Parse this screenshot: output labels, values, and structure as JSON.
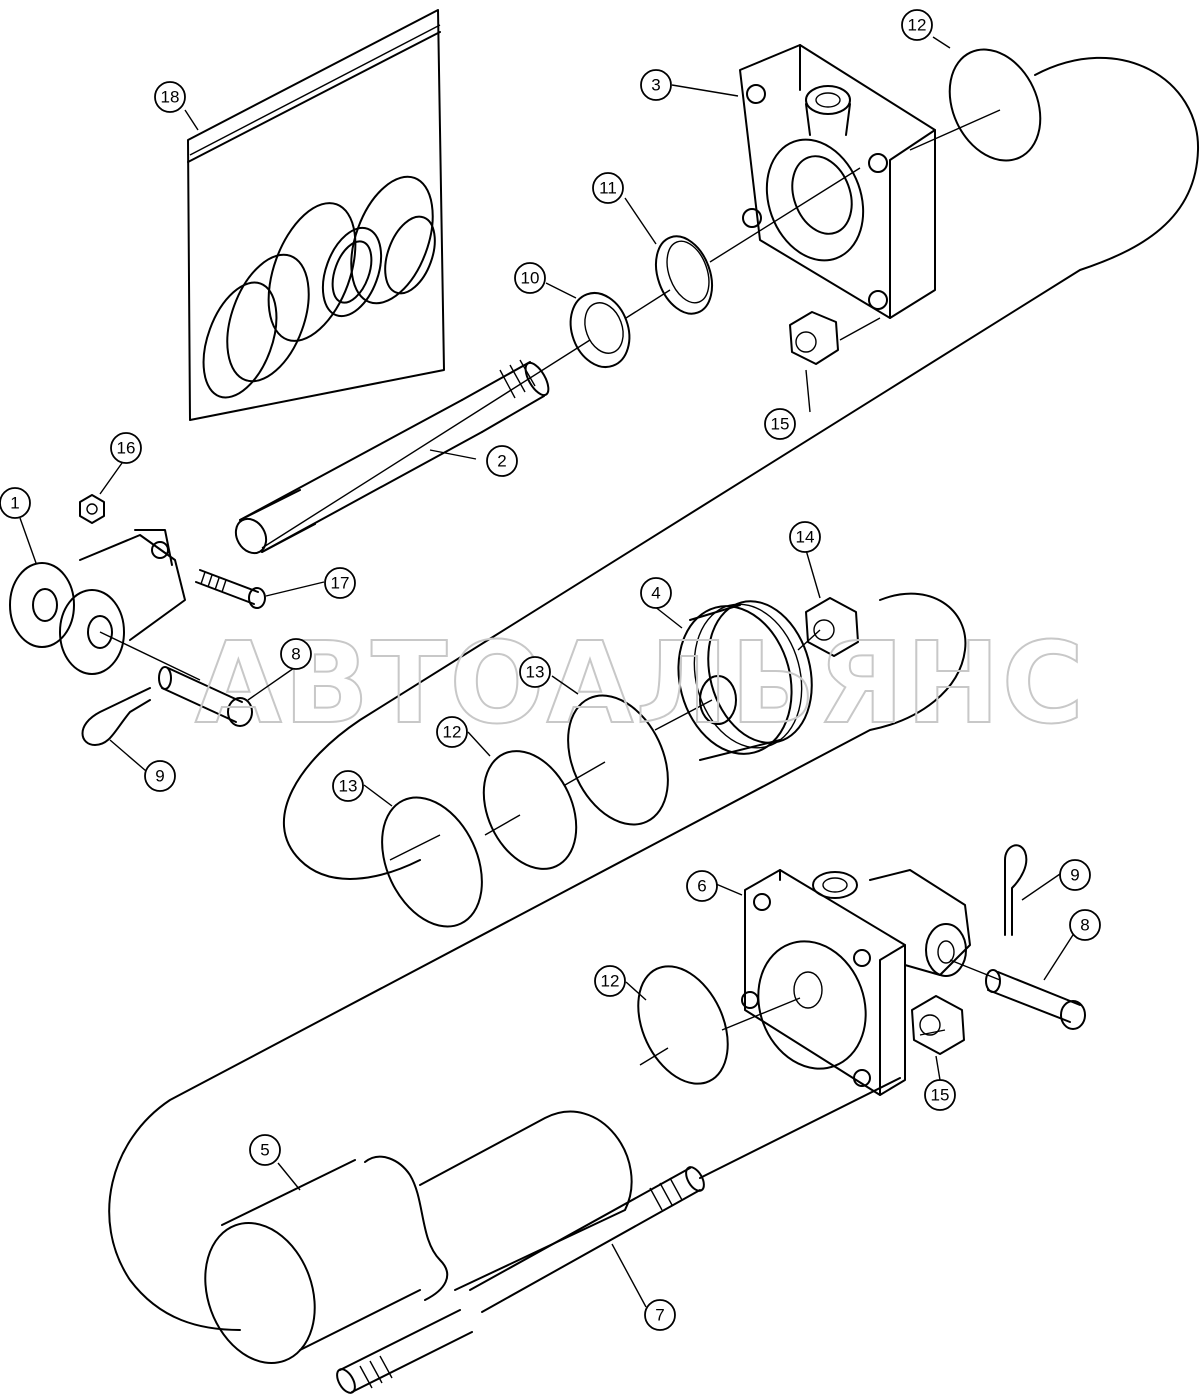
{
  "watermark": "АВТОАЛЬЯНС",
  "callouts": [
    {
      "id": "c1",
      "label": "1"
    },
    {
      "id": "c2",
      "label": "2"
    },
    {
      "id": "c3",
      "label": "3"
    },
    {
      "id": "c4",
      "label": "4"
    },
    {
      "id": "c5",
      "label": "5"
    },
    {
      "id": "c6",
      "label": "6"
    },
    {
      "id": "c7",
      "label": "7"
    },
    {
      "id": "c8a",
      "label": "8"
    },
    {
      "id": "c8b",
      "label": "8"
    },
    {
      "id": "c9a",
      "label": "9"
    },
    {
      "id": "c9b",
      "label": "9"
    },
    {
      "id": "c10",
      "label": "10"
    },
    {
      "id": "c11",
      "label": "11"
    },
    {
      "id": "c12a",
      "label": "12"
    },
    {
      "id": "c12b",
      "label": "12"
    },
    {
      "id": "c12c",
      "label": "12"
    },
    {
      "id": "c13a",
      "label": "13"
    },
    {
      "id": "c13b",
      "label": "13"
    },
    {
      "id": "c14",
      "label": "14"
    },
    {
      "id": "c15a",
      "label": "15"
    },
    {
      "id": "c15b",
      "label": "15"
    },
    {
      "id": "c16",
      "label": "16"
    },
    {
      "id": "c17",
      "label": "17"
    },
    {
      "id": "c18",
      "label": "18"
    }
  ]
}
